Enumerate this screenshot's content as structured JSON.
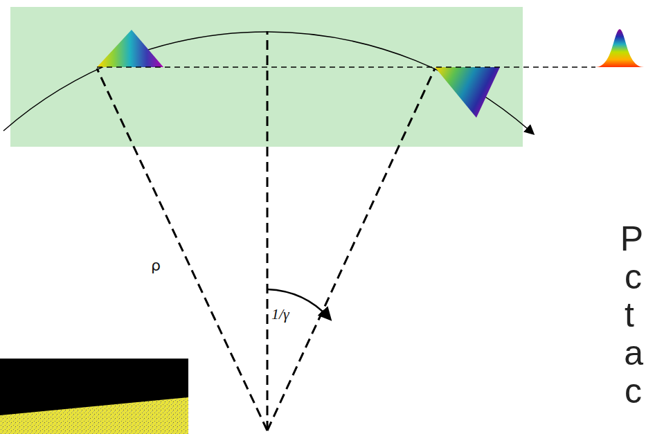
{
  "diagram": {
    "labels": [
      "ρ",
      "1/γ",
      "P",
      "c",
      "t",
      "a",
      "c"
    ]
  }
}
